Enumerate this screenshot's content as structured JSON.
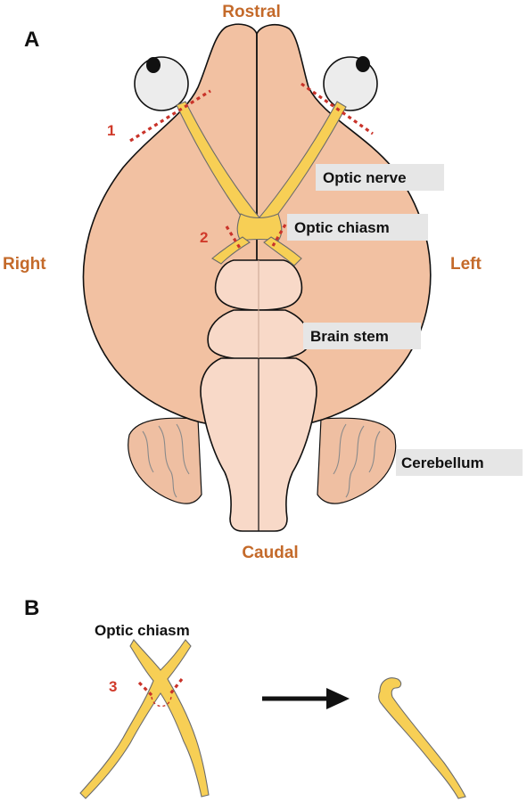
{
  "panels": {
    "a": "A",
    "b": "B"
  },
  "orientation": {
    "rostral": "Rostral",
    "caudal": "Caudal",
    "right": "Right",
    "left": "Left"
  },
  "structures": {
    "optic_nerve": "Optic nerve",
    "optic_chiasm": "Optic chiasm",
    "brain_stem": "Brain stem",
    "cerebellum": "Cerebellum",
    "panel_b_chiasm": "Optic chiasm"
  },
  "cuts": {
    "cut1": "1",
    "cut2": "2",
    "cut3": "3"
  },
  "colors": {
    "orientation_text": "#c46a2a",
    "cut_line": "#c9332a",
    "nerve": "#f7cf55",
    "brain": "#f2c1a2"
  }
}
